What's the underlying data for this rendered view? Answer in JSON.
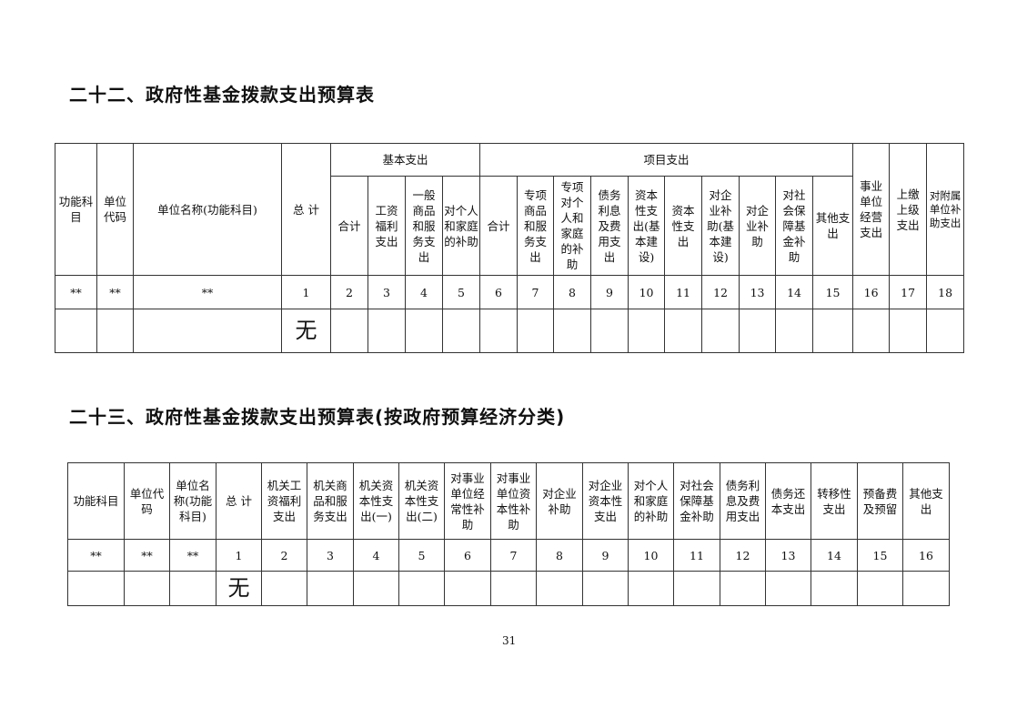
{
  "table1": {
    "title": "二十二、政府性基金拨款支出预算表",
    "fixed_headers": [
      "功能科\n目",
      "单位\n代码",
      "单位名称(功能科目)",
      "总  计"
    ],
    "group_basic": "基本支出",
    "basic_cols": [
      "合计",
      "工资\n福利\n支出",
      "一般\n商品\n和服\n务支\n出",
      "对个人\n和家庭\n的补助"
    ],
    "group_project": "项目支出",
    "project_cols": [
      "合计",
      "专项\n商品\n和服\n务支\n出",
      "专项\n对个\n人和\n家庭\n的补\n助",
      "债务\n利息\n及费\n用支\n出",
      "资本\n性支\n出(基\n本建\n设)",
      "资本\n性支\n出",
      "对企\n业补\n助(基\n本建\n设)",
      "对企\n业补\n助",
      "对社\n会保\n障基\n金补\n助",
      "其他支\n出"
    ],
    "tail_cols": [
      "事业\n单位\n经营\n支出",
      "上缴\n上级\n支出",
      "对附属\n单位补\n助支出"
    ],
    "index_row": [
      "**",
      "**",
      "**",
      "1",
      "2",
      "3",
      "4",
      "5",
      "6",
      "7",
      "8",
      "9",
      "10",
      "11",
      "12",
      "13",
      "14",
      "15",
      "16",
      "17",
      "18"
    ],
    "empty_mark": "无"
  },
  "table2": {
    "title": "二十三、政府性基金拨款支出预算表(按政府预算经济分类)",
    "headers": [
      "功能科目",
      "单位代\n码",
      "单位名\n称(功能\n科目)",
      "总   计",
      "机关工\n资福利\n支出",
      "机关商\n品和服\n务支出",
      "机关资\n本性支\n出(一)",
      "机关资\n本性支\n出(二)",
      "对事业\n单位经\n常性补\n助",
      "对事业\n单位资\n本性补\n助",
      "对企业\n补助",
      "对企业\n资本性\n支出",
      "对个人\n和家庭\n的补助",
      "对社会\n保障基\n金补助",
      "债务利\n息及费\n用支出",
      "债务还\n本支出",
      "转移性\n支出",
      "预备费\n及预留",
      "其他支\n出"
    ],
    "index_row": [
      "**",
      "**",
      "**",
      "1",
      "2",
      "3",
      "4",
      "5",
      "6",
      "7",
      "8",
      "9",
      "10",
      "11",
      "12",
      "13",
      "14",
      "15",
      "16"
    ],
    "empty_mark": "无"
  },
  "page_number": "31"
}
